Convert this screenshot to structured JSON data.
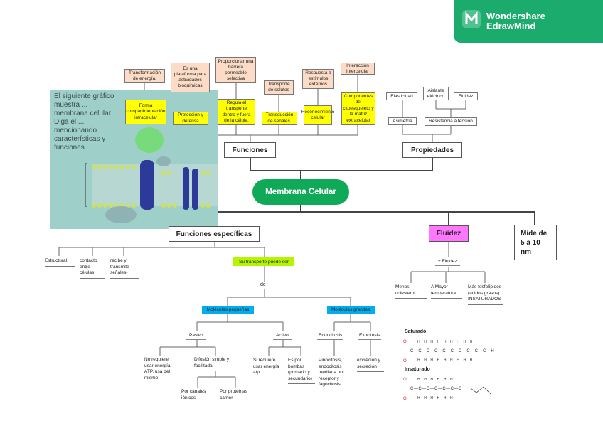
{
  "brand": {
    "line1": "Wondershare",
    "line2": "EdrawMind",
    "color": "#1aab6d"
  },
  "central": {
    "label": "Membrana Celular",
    "color": "#0fa958"
  },
  "funciones": {
    "label": "Funciones",
    "beige": [
      "Transformación de energía.",
      "Es una plataforma para actividades bioquimicas",
      "Proporcionar una barrera permeable selectiva",
      "Transporte de solutos",
      "Respuesta a estímulos externos",
      "Interacción intercelular"
    ],
    "yellow": [
      "Forma compartimentación intracelular",
      "Protección y defensa",
      "Regula el transporte dentro y fuera de la célula.",
      "Transducción de señales.",
      "Reconocimiento celular",
      "Componentes del citoesqueleto y la matriz extracelular"
    ]
  },
  "propiedades": {
    "label": "Propiedades",
    "items": [
      "Elasticidad",
      "Aislante eléctrico",
      "Fluidez",
      "Asimetría",
      "Resistencia a tensión"
    ]
  },
  "photo": {
    "text": "El siguiente gráfico muestra ... membrana celular. Diga el ... mencionando características y funciones."
  },
  "especificas": {
    "label": "Funciones específicas",
    "items": [
      "Estructural",
      "contacto entre células",
      "recibe y transmite señales-"
    ],
    "transporte": "Su transporte puede ser",
    "de": "de",
    "pequenas": "Moléculas pequeñas",
    "grandes": "Moléculas grandes.",
    "pasivo": "Pasivo",
    "activo": "Activo",
    "endocitosis": "Endocitosis",
    "exocitosis": "Exocitosis",
    "no_requiere": "No requiere usar energía ATP, usa del mismo",
    "difusion": "Difusión simple y facilitada.",
    "canales": "Por canales iónicos",
    "proteinas": "Por proteínas carrier",
    "si_requiere": "Si requiere usar energía atp",
    "bombas": "Es por bombas (primario y secundario)",
    "pinocitosis": "Pinocitosis, endocitosis mediada por receptor y fagocitosis",
    "excrecion": "excreción y secreción",
    "green": "#b5f500",
    "blue": "#00aeef"
  },
  "fluidez": {
    "label": "Fluidez",
    "color": "#ff77ff",
    "plus": "+ Fluidez",
    "items": [
      "Menos colesterol.",
      "A Mayor temperatura",
      "Más fosfolípidos (ácidos grasos) INSATURADOS"
    ],
    "saturado": "Saturado",
    "insaturado": "Insaturado"
  },
  "mide": {
    "label": "Mide de 5 a 10 nm"
  }
}
